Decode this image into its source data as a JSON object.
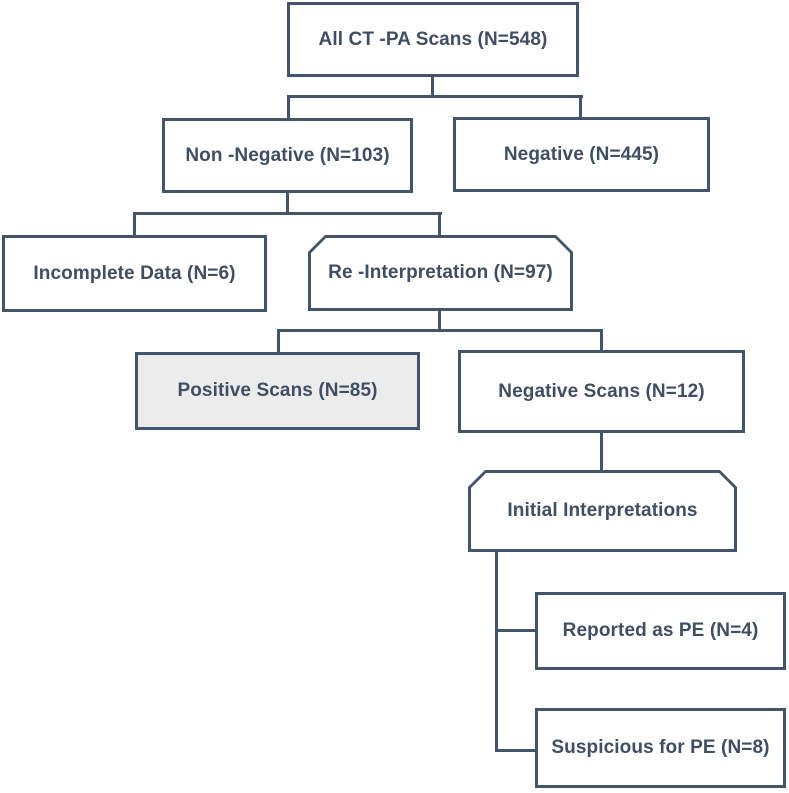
{
  "diagram": {
    "type": "flowchart",
    "description": "CT-PA scan interpretation study flow diagram",
    "colors": {
      "border": "#44546a",
      "text": "#3f4e63",
      "highlight_fill": "#ececec",
      "default_fill": "#ffffff",
      "background": "#ffffff"
    },
    "nodes": {
      "all_scans": {
        "label": "All CT -PA Scans (N=548)",
        "shape": "rectangle",
        "n": 548
      },
      "non_negative": {
        "label": "Non -Negative (N=103)",
        "shape": "rectangle",
        "n": 103
      },
      "negative": {
        "label": "Negative (N=445)",
        "shape": "rectangle",
        "n": 445
      },
      "incomplete": {
        "label": "Incomplete Data (N=6)",
        "shape": "rectangle",
        "n": 6
      },
      "re_interpretation": {
        "label": "Re -Interpretation (N=97)",
        "shape": "chamfered",
        "n": 97
      },
      "positive_scans": {
        "label": "Positive Scans (N=85)",
        "shape": "rectangle",
        "highlighted": true,
        "n": 85
      },
      "negative_scans": {
        "label": "Negative Scans (N=12)",
        "shape": "rectangle",
        "n": 12
      },
      "initial_interpretations": {
        "label": "Initial Interpretations",
        "shape": "chamfered"
      },
      "reported_pe": {
        "label": "Reported as PE (N=4)",
        "shape": "rectangle",
        "n": 4
      },
      "suspicious_pe": {
        "label": "Suspicious for PE (N=8)",
        "shape": "rectangle",
        "n": 8
      }
    },
    "edges": [
      {
        "from": "all_scans",
        "to": "non_negative"
      },
      {
        "from": "all_scans",
        "to": "negative"
      },
      {
        "from": "non_negative",
        "to": "incomplete"
      },
      {
        "from": "non_negative",
        "to": "re_interpretation"
      },
      {
        "from": "re_interpretation",
        "to": "positive_scans"
      },
      {
        "from": "re_interpretation",
        "to": "negative_scans"
      },
      {
        "from": "negative_scans",
        "to": "initial_interpretations"
      },
      {
        "from": "initial_interpretations",
        "to": "reported_pe"
      },
      {
        "from": "initial_interpretations",
        "to": "suspicious_pe"
      }
    ]
  }
}
